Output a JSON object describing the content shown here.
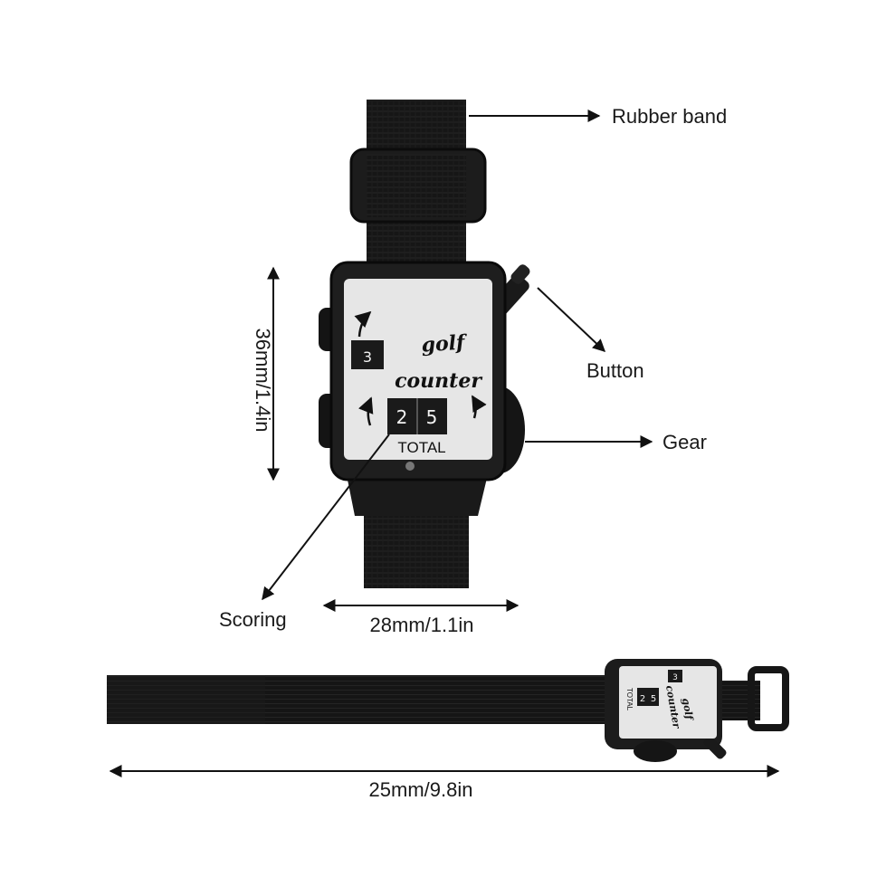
{
  "labels": {
    "rubber_band": "Rubber band",
    "button": "Button",
    "gear": "Gear",
    "scoring": "Scoring",
    "height_dim": "36mm/1.4in",
    "width_dim": "28mm/1.1in",
    "length_dim": "25mm/9.8in"
  },
  "device": {
    "brand_line1": "golf",
    "brand_line2": "counter",
    "stroke_digit": "3",
    "total_digit_1": "2",
    "total_digit_2": "5",
    "total_label": "TOTAL"
  },
  "colors": {
    "strap": "#161616",
    "face": "#e6e6e6",
    "case": "#1e1e1e",
    "arrow": "#111111"
  }
}
